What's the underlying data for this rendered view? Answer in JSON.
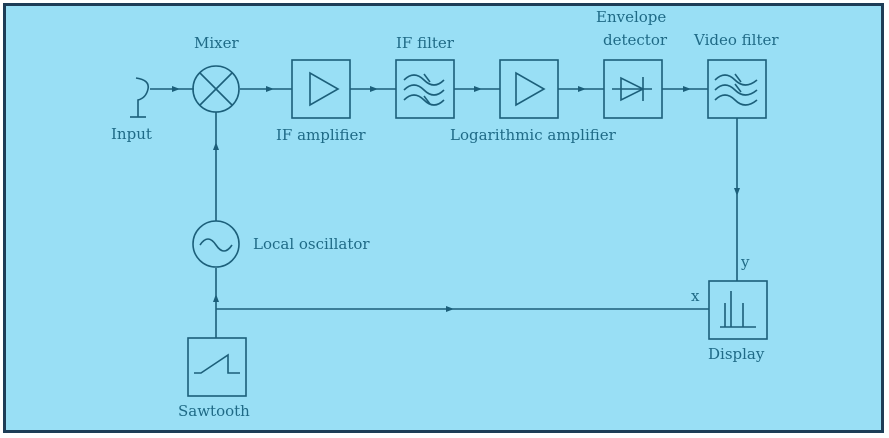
{
  "diagram": {
    "title": "Spectrum analyzer block diagram",
    "colors": {
      "background": "#99dff5",
      "frame": "#1e3d57",
      "line": "#1c5f7a",
      "text": "#1f6a86"
    },
    "labels": {
      "input": "Input",
      "mixer": "Mixer",
      "if_amplifier": "IF amplifier",
      "if_filter": "IF filter",
      "log_amplifier": "Logarithmic amplifier",
      "envelope_detector_line1": "Envelope",
      "envelope_detector_line2": "detector",
      "video_filter": "Video filter",
      "local_oscillator": "Local oscillator",
      "sawtooth": "Sawtooth",
      "display": "Display",
      "x_axis": "x",
      "y_axis": "y"
    },
    "blocks": [
      {
        "id": "input",
        "icon": "antenna-icon"
      },
      {
        "id": "mixer",
        "icon": "mixer-icon"
      },
      {
        "id": "if_amplifier",
        "icon": "amplifier-icon"
      },
      {
        "id": "if_filter",
        "icon": "bandpass-filter-icon"
      },
      {
        "id": "log_amplifier",
        "icon": "amplifier-icon"
      },
      {
        "id": "envelope_detector",
        "icon": "diode-icon"
      },
      {
        "id": "video_filter",
        "icon": "lowpass-filter-icon"
      },
      {
        "id": "display",
        "icon": "spectrum-display-icon"
      },
      {
        "id": "local_oscillator",
        "icon": "sine-oscillator-icon"
      },
      {
        "id": "sawtooth",
        "icon": "sawtooth-icon"
      }
    ],
    "connections": [
      [
        "input",
        "mixer"
      ],
      [
        "mixer",
        "if_amplifier"
      ],
      [
        "if_amplifier",
        "if_filter"
      ],
      [
        "if_filter",
        "log_amplifier"
      ],
      [
        "log_amplifier",
        "envelope_detector"
      ],
      [
        "envelope_detector",
        "video_filter"
      ],
      [
        "video_filter",
        "display"
      ],
      [
        "local_oscillator",
        "mixer"
      ],
      [
        "sawtooth",
        "local_oscillator"
      ],
      [
        "sawtooth",
        "display"
      ]
    ]
  }
}
